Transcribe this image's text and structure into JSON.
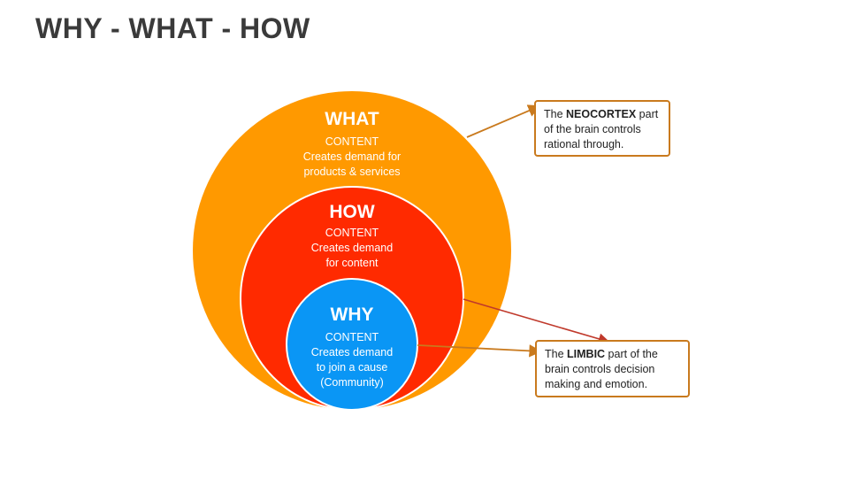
{
  "title": "WHY - WHAT - HOW",
  "colors": {
    "what_fill": "#FF9900",
    "how_fill": "#FF2A00",
    "why_fill": "#0A96F5",
    "callout_border": "#C97A1E",
    "title_text": "#3A3A3A"
  },
  "circles": {
    "what": {
      "heading": "WHAT",
      "lines": [
        "CONTENT",
        "Creates demand for",
        "products & services"
      ]
    },
    "how": {
      "heading": "HOW",
      "lines": [
        "CONTENT",
        "Creates demand",
        "for content"
      ]
    },
    "why": {
      "heading": "WHY",
      "lines": [
        "CONTENT",
        "Creates demand",
        "to join a cause",
        "(Community)"
      ]
    }
  },
  "callouts": {
    "neocortex": {
      "prefix": "The ",
      "bold": "NEOCORTEX",
      "line1_rest": " part",
      "line2": "of the brain controls",
      "line3": "rational through."
    },
    "limbic": {
      "prefix": "The ",
      "bold": "LIMBIC",
      "line1_rest": " part of the",
      "line2": "brain controls decision",
      "line3": "making and emotion."
    }
  }
}
